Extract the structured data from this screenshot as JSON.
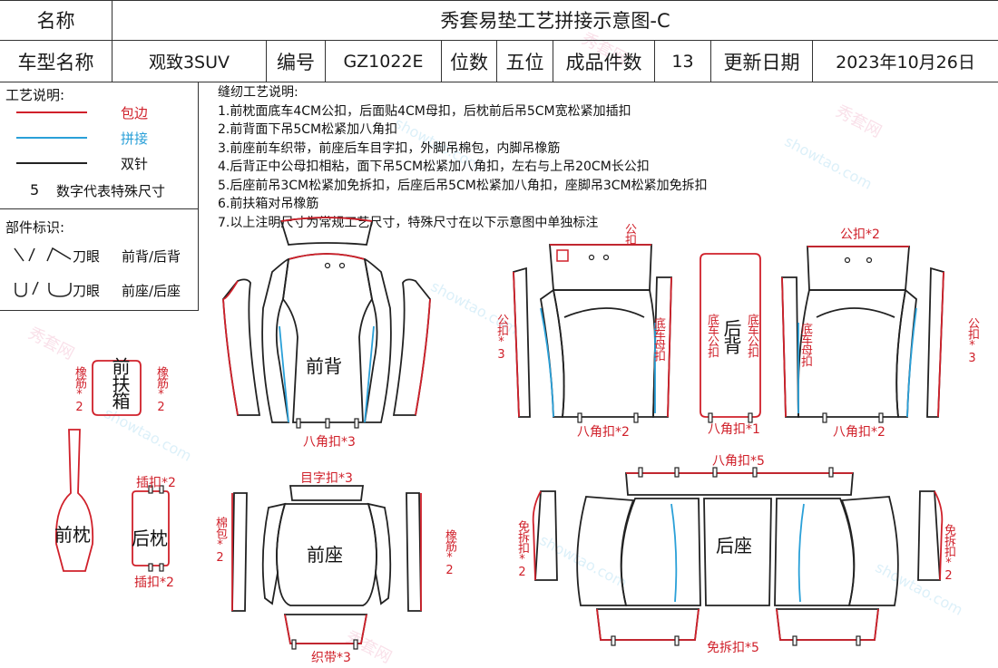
{
  "header": {
    "name_label": "名称",
    "title": "秀套易垫工艺拼接示意图-C",
    "model_label": "车型名称",
    "model_value": "观致3SUV",
    "code_label": "编号",
    "code_value": "GZ1022E",
    "seat_label": "位数",
    "seat_value": "五位",
    "pieces_label": "成品件数",
    "pieces_value": "13",
    "date_label": "更新日期",
    "date_value": "2023年10月26日"
  },
  "legend": {
    "title": "工艺说明:",
    "items": [
      {
        "label": "包边",
        "color": "#d0202a"
      },
      {
        "label": "拼接",
        "color": "#2aa0d8"
      },
      {
        "label": "双针",
        "color": "#222222"
      }
    ],
    "size_number": "5",
    "size_text": "数字代表特殊尺寸",
    "parts_title": "部件标识:",
    "knife_text": "刀眼",
    "knife_meaning": "前背/后背",
    "knife2_text": "刀眼",
    "knife2_meaning": "前座/后座"
  },
  "notes": {
    "title": "缝纫工艺说明:",
    "lines": [
      "1.前枕面底车4CM公扣，后面贴4CM母扣，后枕前后吊5CM宽松紧加插扣",
      "2.前背面下吊5CM松紧加八角扣",
      "3.前座前车织带，前座后车目字扣，外脚吊棉包，内脚吊橡筋",
      "4.后背正中公母扣相粘，面下吊5CM松紧加八角扣，左右与上吊20CM长公扣",
      "5.后座前吊3CM松紧加免拆扣，后座后吊5CM松紧加八角扣，座脚吊3CM松紧加免拆扣",
      "6.前扶箱对吊橡筋",
      "7.以上注明尺寸为常规工艺尺寸，特殊尺寸在以下示意图中单独标注"
    ]
  },
  "parts": {
    "front_back": "前背",
    "front_back_note": "八角扣*3",
    "front_armrest": "前扶箱",
    "armrest_left": "橡筋*2",
    "armrest_right": "橡筋*2",
    "front_headrest": "前枕",
    "rear_headrest": "后枕",
    "rear_headrest_top": "插扣*2",
    "rear_headrest_bottom": "插扣*2",
    "front_seat": "前座",
    "front_seat_top": "目字扣*3",
    "front_seat_left": "棉包*2",
    "front_seat_right": "橡筋*2",
    "front_seat_bottom": "织带*3",
    "rear_back": "后背",
    "rear_back_left_bottom": "八角扣*2",
    "rear_back_left_side": "公扣*3",
    "rear_back_left_top": "公扣",
    "rear_back_left_inner": "底车母扣",
    "rear_back_center_left": "底车公扣",
    "rear_back_center_right": "底车公扣",
    "rear_back_center_bottom": "八角扣*1",
    "rear_back_right_top": "公扣*2",
    "rear_back_right_inner": "底车母扣",
    "rear_back_right_side": "公扣*3",
    "rear_back_right_bottom": "八角扣*2",
    "rear_seat": "后座",
    "rear_seat_top": "八角扣*5",
    "rear_seat_left": "免拆扣*2",
    "rear_seat_right": "免拆扣*2",
    "rear_seat_bottom": "免拆扣*5"
  },
  "watermark": "showtao.com",
  "watermark_cn": "秀套网",
  "colors": {
    "edge": "#d0202a",
    "splice": "#2aa0d8",
    "stitch": "#222222",
    "line": "#333333"
  }
}
